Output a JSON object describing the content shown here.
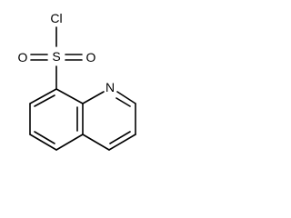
{
  "molecule": {
    "atoms": {
      "chlorine": "Cl",
      "sulfur": "S",
      "oxygen_left": "O",
      "oxygen_right": "O",
      "nitrogen": "N"
    },
    "colors": {
      "bond": "#000000",
      "label": "#000000",
      "background": "#ffffff"
    }
  }
}
